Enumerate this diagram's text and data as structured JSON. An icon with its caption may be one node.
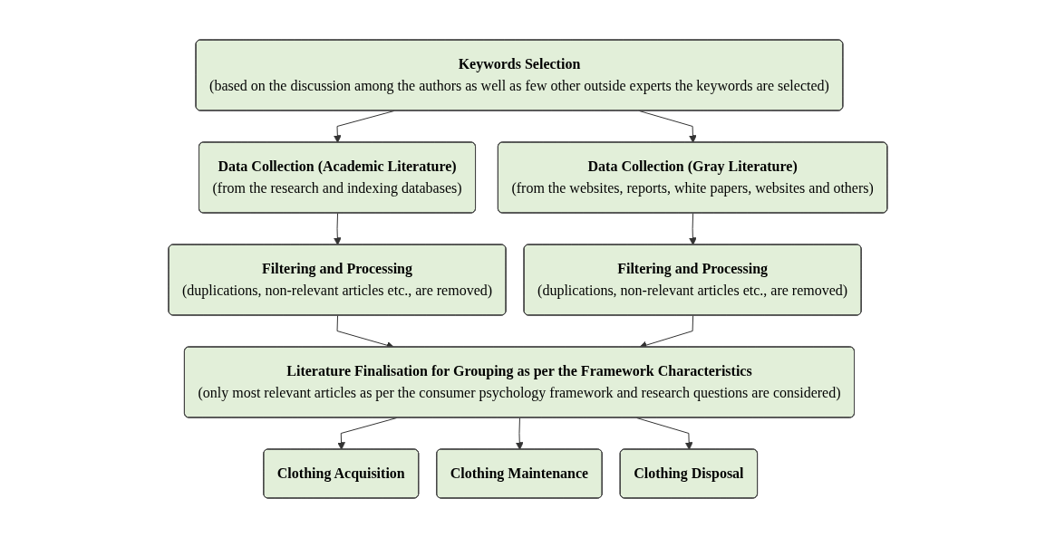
{
  "diagram": {
    "nodes": [
      {
        "text": [
          "Keywords Selection",
          "(based on the discussion among the authors as well as few other outside experts the keywords are selected)"
        ]
      },
      {
        "text": [
          "Data Collection (Academic Literature)",
          "(from the research and indexing databases)"
        ]
      },
      {
        "text": [
          "Data Collection (Gray Literature)",
          "(from the websites, reports, white papers, websites and others)"
        ]
      },
      {
        "text": [
          "Filtering and Processing",
          "(duplications, non-relevant articles etc., are removed)"
        ]
      },
      {
        "text": [
          "Filtering and Processing",
          "(duplications, non-relevant articles etc., are removed)"
        ]
      },
      {
        "text": [
          "Literature Finalisation for Grouping as per the Framework Characteristics",
          "(only most relevant articles as per the consumer psychology framework and research questions are considered)"
        ]
      },
      {
        "text": [
          "Clothing Acquisition"
        ]
      },
      {
        "text": [
          "Clothing Maintenance"
        ]
      },
      {
        "text": [
          "Clothing Disposal"
        ]
      }
    ],
    "edges": [
      {
        "from": 0,
        "to": 1,
        "arrow": "to"
      },
      {
        "from": 0,
        "to": 2,
        "arrow": "to"
      },
      {
        "from": 1,
        "to": 3,
        "arrow": "to"
      },
      {
        "from": 2,
        "to": 4,
        "arrow": "to"
      },
      {
        "from": 3,
        "to": 5,
        "arrow": "to"
      },
      {
        "from": 4,
        "to": 5,
        "arrow": "to"
      },
      {
        "from": 5,
        "to": 6,
        "arrow": "to"
      },
      {
        "from": 5,
        "to": 7,
        "arrow": "to"
      },
      {
        "from": 5,
        "to": 8,
        "arrow": "to"
      }
    ]
  }
}
